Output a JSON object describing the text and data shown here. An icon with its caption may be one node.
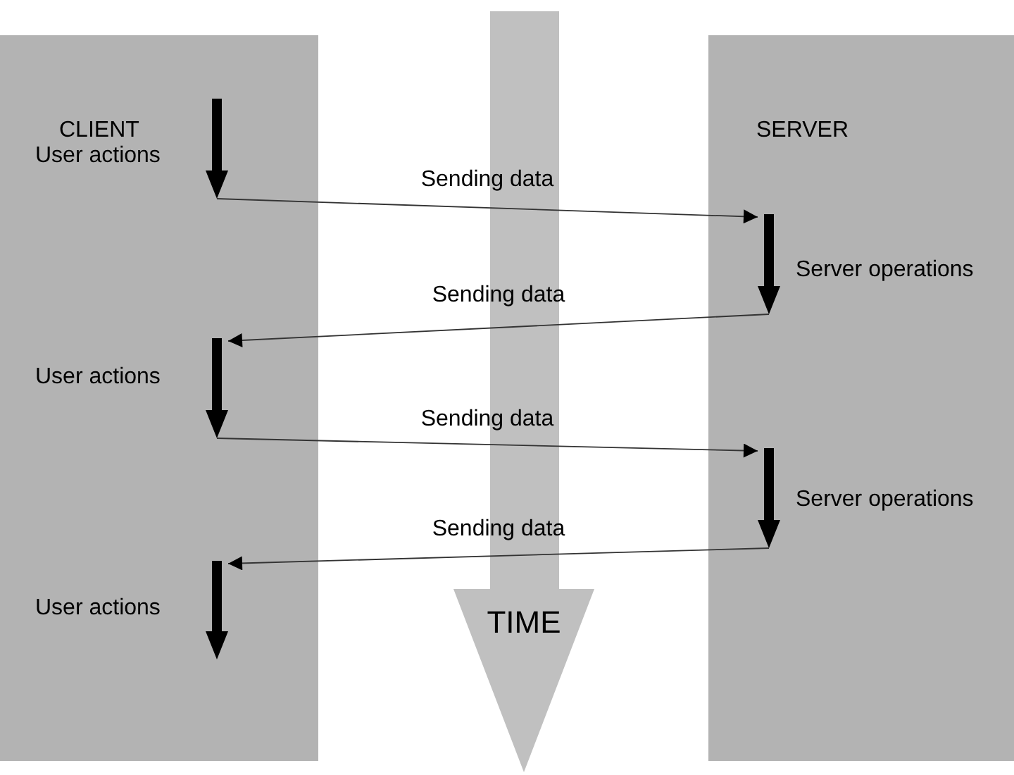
{
  "diagram": {
    "nodes": [
      {
        "text": [
          "CLIENT"
        ]
      },
      {
        "text": [
          "SERVER"
        ]
      },
      {
        "text": [
          "TIME"
        ]
      },
      {
        "text": [
          "User actions"
        ],
        "in": 0
      },
      {
        "text": [
          "Server operations"
        ],
        "in": 1
      },
      {
        "text": [
          "User actions"
        ],
        "in": 0
      },
      {
        "text": [
          "Server operations"
        ],
        "in": 1
      },
      {
        "text": [
          "User actions"
        ],
        "in": 0
      }
    ],
    "edges": [
      {
        "from": 3,
        "to": 4,
        "arrow": "to",
        "label": "Sending data"
      },
      {
        "from": 4,
        "to": 5,
        "arrow": "to",
        "label": "Sending data"
      },
      {
        "from": 5,
        "to": 6,
        "arrow": "to",
        "label": "Sending data"
      },
      {
        "from": 6,
        "to": 7,
        "arrow": "to",
        "label": "Sending data"
      }
    ]
  }
}
